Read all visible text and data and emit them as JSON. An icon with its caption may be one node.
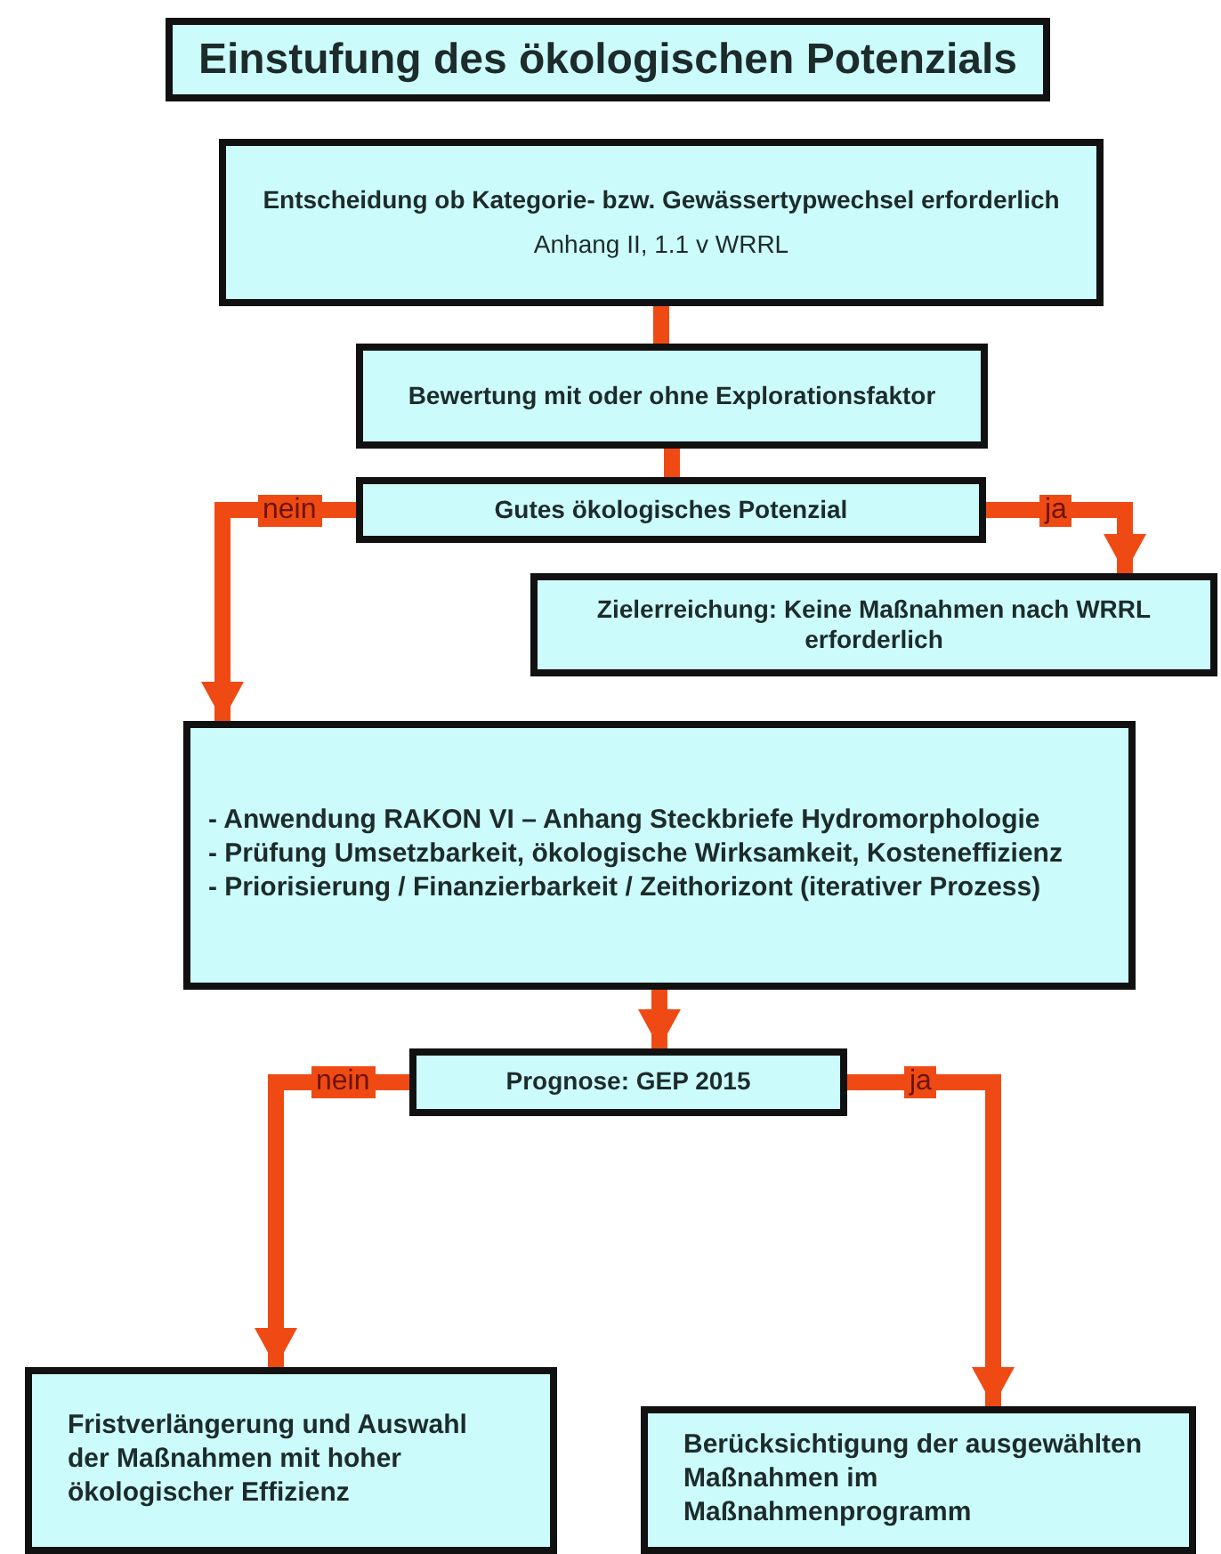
{
  "diagram": {
    "title": "Einstufung des ökologischen Potenzials",
    "nodes": [
      {
        "text": [
          "Entscheidung ob Kategorie- bzw. Gewässertypwechsel erforderlich",
          "Anhang II, 1.1 v WRRL"
        ]
      },
      {
        "text": [
          "Bewertung mit oder ohne Explorationsfaktor"
        ]
      },
      {
        "text": [
          "Gutes ökologisches Potenzial"
        ]
      },
      {
        "text": [
          "Zielerreichung: Keine Maßnahmen nach WRRL erforderlich"
        ]
      },
      {
        "text": [
          "- Anwendung RAKON VI – Anhang Steckbriefe Hydromorphologie",
          "- Prüfung Umsetzbarkeit, ökologische Wirksamkeit, Kosteneffizienz",
          "- Priorisierung / Finanzierbarkeit / Zeithorizont (iterativer Prozess)"
        ]
      },
      {
        "text": [
          "Prognose: GEP 2015"
        ]
      },
      {
        "text": [
          "Fristverlängerung und Auswahl der Maßnahmen mit hoher ökologischer Effizienz"
        ]
      },
      {
        "text": [
          "Berücksichtigung der ausgewählten Maßnahmen im Maßnahmenprogramm"
        ]
      }
    ],
    "edges": [
      {
        "from": 0,
        "to": 1,
        "arrow": "none"
      },
      {
        "from": 1,
        "to": 2,
        "arrow": "none"
      },
      {
        "from": 2,
        "to": 4,
        "arrow": "to",
        "label": "nein"
      },
      {
        "from": 2,
        "to": 3,
        "arrow": "to",
        "label": "ja"
      },
      {
        "from": 4,
        "to": 5,
        "arrow": "to"
      },
      {
        "from": 5,
        "to": 6,
        "arrow": "to",
        "label": "nein"
      },
      {
        "from": 5,
        "to": 7,
        "arrow": "to",
        "label": "ja"
      }
    ]
  }
}
